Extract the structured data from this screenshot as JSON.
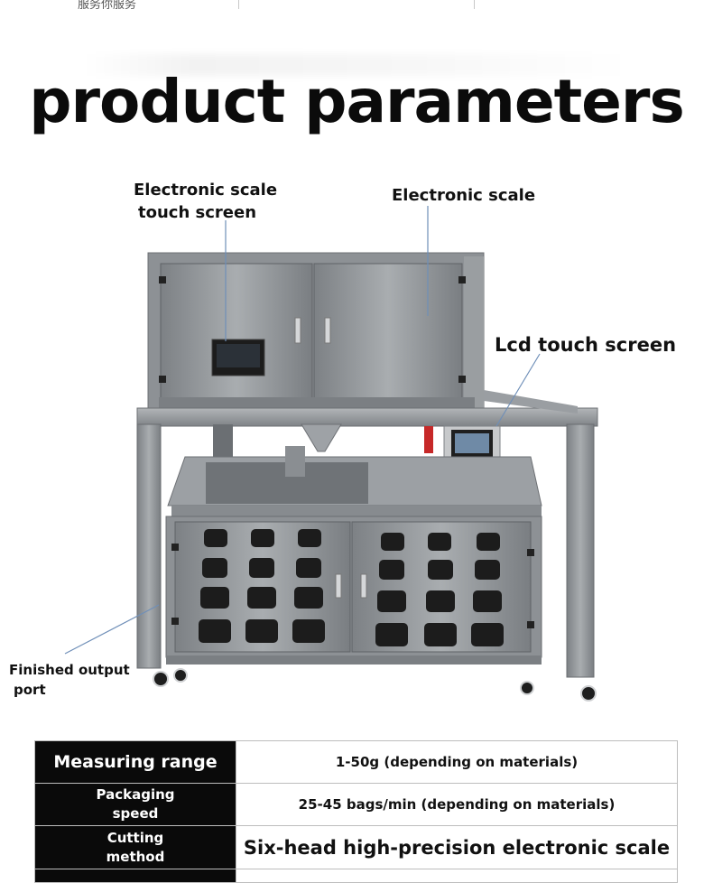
{
  "header_fragment": "服务你服务",
  "title": "product parameters",
  "callouts": {
    "scale_touch_screen": [
      "Electronic scale",
      "touch screen"
    ],
    "electronic_scale": "Electronic scale",
    "lcd_touch_screen": "Lcd touch screen",
    "finished_output_port": [
      "Finished output",
      "port"
    ]
  },
  "parameters": [
    {
      "key": [
        "Measuring range"
      ],
      "value": "1-50g (depending on materials)"
    },
    {
      "key": [
        "Packaging",
        "speed"
      ],
      "value": "25-45 bags/min (depending on materials)"
    },
    {
      "key": [
        "Cutting",
        "method"
      ],
      "value": "Six-head high-precision electronic scale"
    }
  ],
  "colors": {
    "table_header_bg": "#0a0a0a",
    "steel": "#8f9397",
    "callout_line": "#6f8fb8"
  }
}
